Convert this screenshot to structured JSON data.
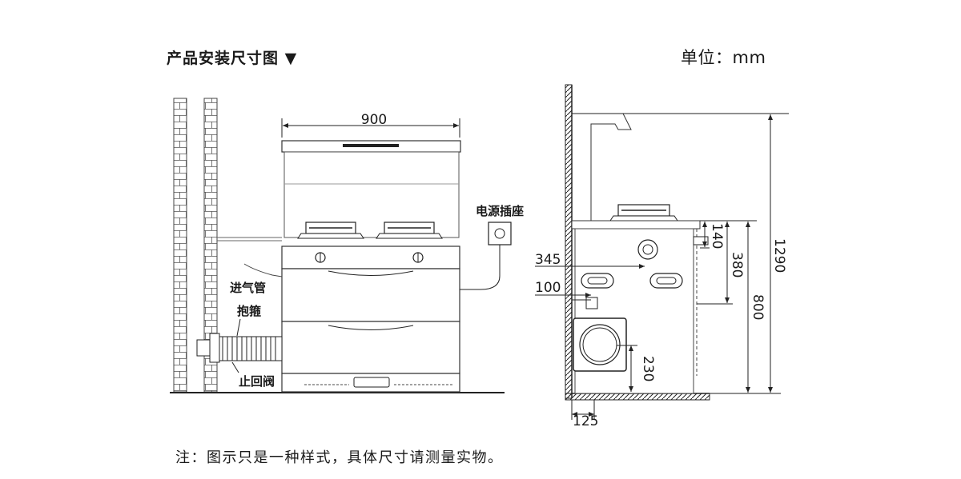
{
  "header": {
    "title": "产品安装尺寸图 ▼",
    "unit": "单位：mm"
  },
  "front_view": {
    "width_dim": "900",
    "labels": {
      "power_socket": "电源插座",
      "gas_pipe": "进气管",
      "clamp": "抱箍",
      "check_valve": "止回阀"
    }
  },
  "side_view": {
    "dims": {
      "total_height": "1290",
      "cabinet_height": "800",
      "cooktop_offset": "380",
      "burner_offset": "140",
      "depth_345": "345",
      "depth_100": "100",
      "duct_height": "230",
      "duct_offset": "125"
    }
  },
  "footer": {
    "note": "注：图示只是一种样式，具体尺寸请测量实物。"
  }
}
